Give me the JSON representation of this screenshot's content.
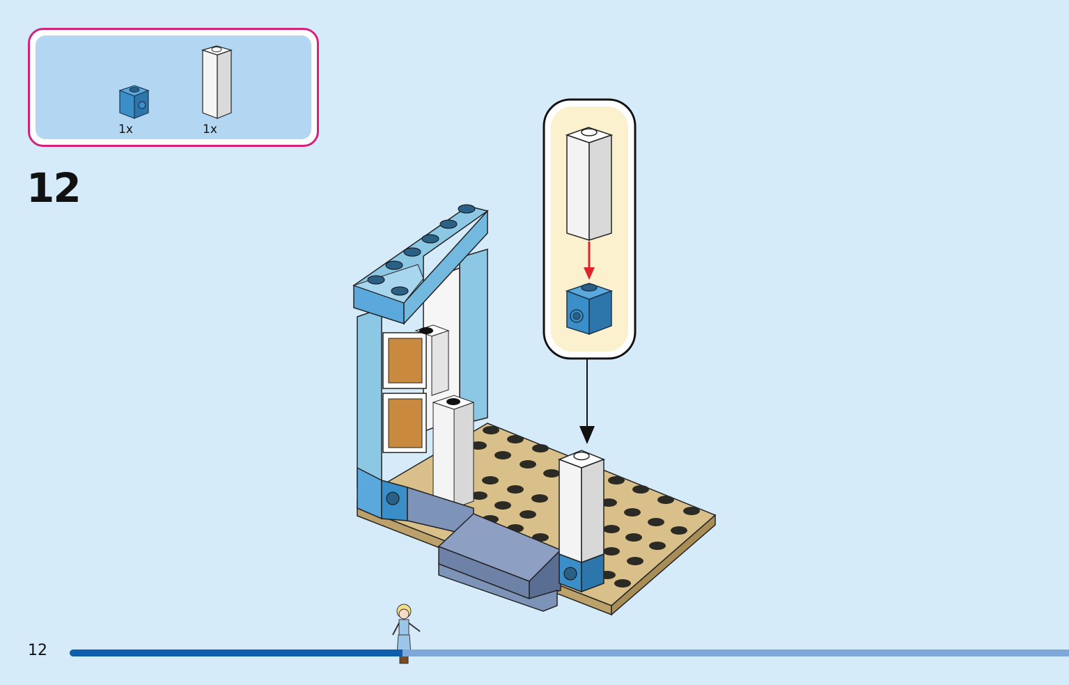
{
  "parts_list": {
    "items": [
      {
        "name": "blue-1x1-brick-with-side-stud",
        "quantity": "1x",
        "color": "#3b8fc9"
      },
      {
        "name": "white-1x1x3-brick",
        "quantity": "1x",
        "color": "#f2f2f2"
      }
    ],
    "border_color": "#d6217a",
    "background_color": "#b3d7f3"
  },
  "step": {
    "number": "12"
  },
  "page": {
    "number": "12"
  },
  "progress": {
    "fraction": 0.31,
    "done_color": "#0d5fae",
    "rest_color": "#7fa8da"
  },
  "callout": {
    "background_color": "#fbf1cf",
    "arrow_color": "#e0242c"
  }
}
